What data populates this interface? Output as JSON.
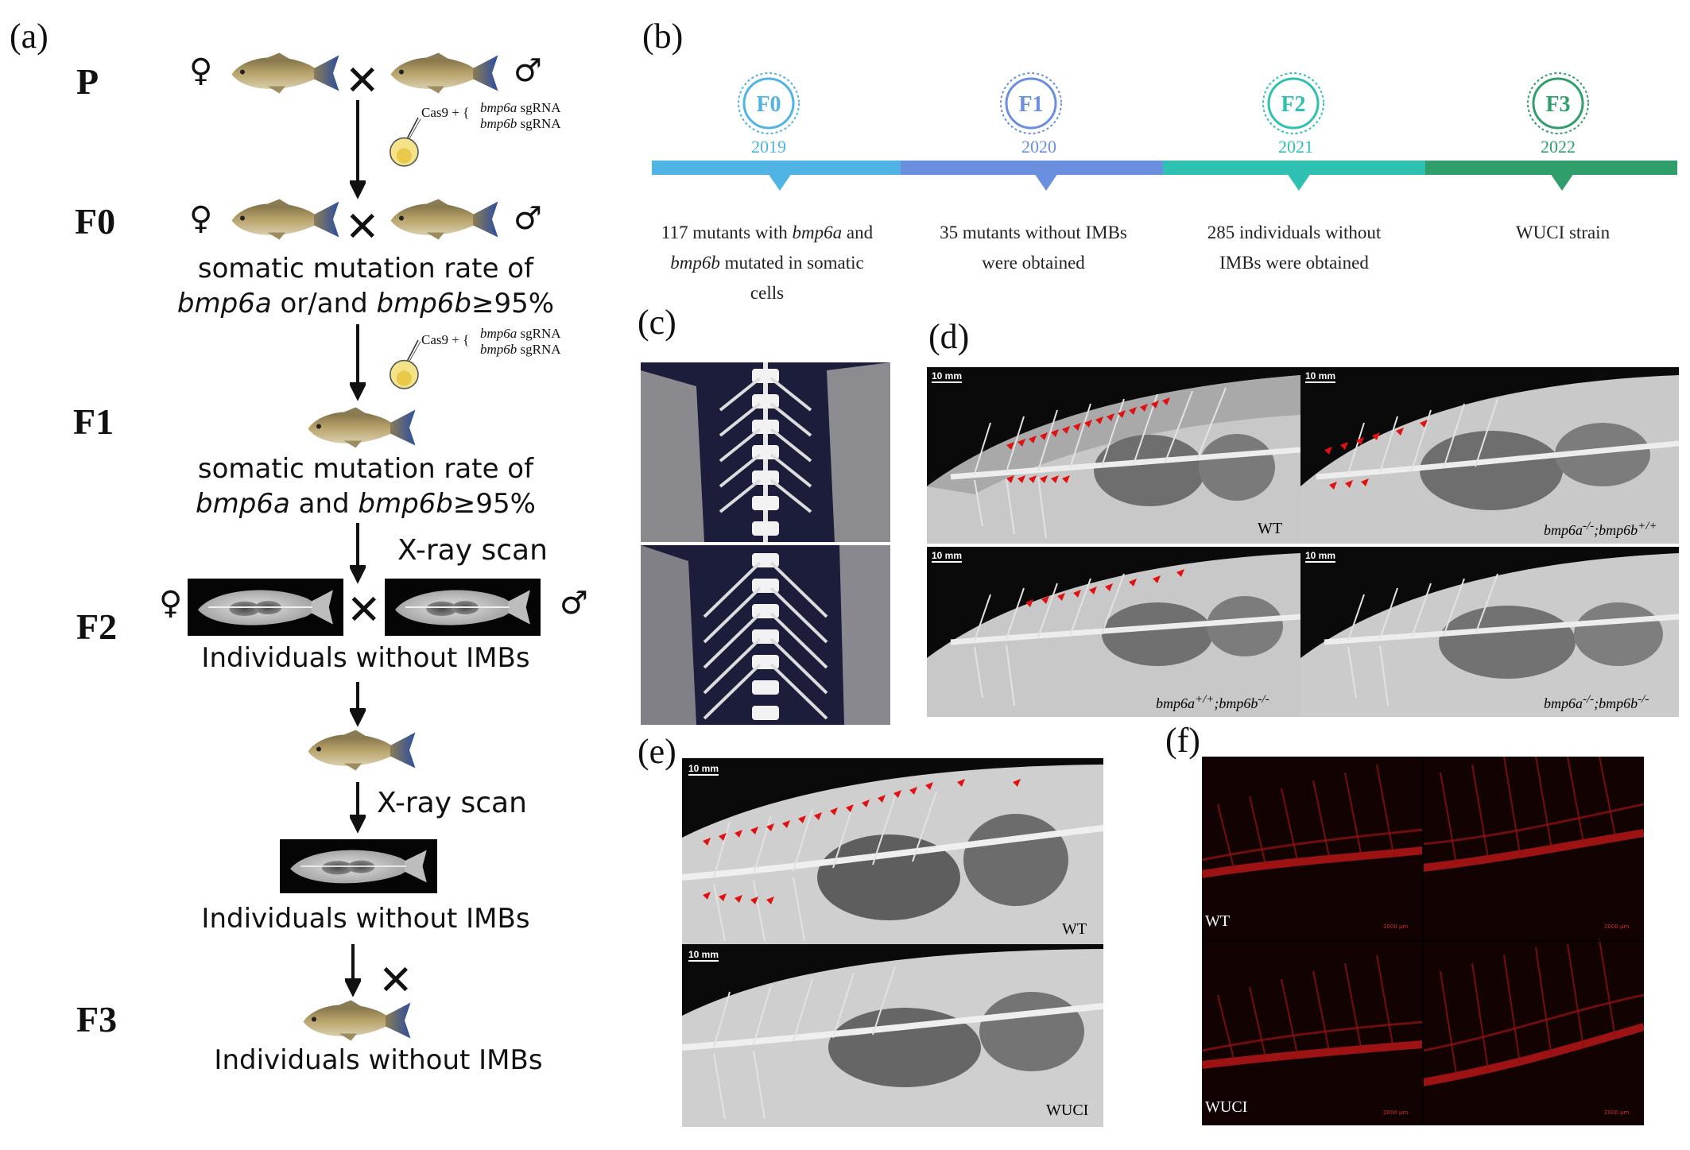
{
  "panel_labels": {
    "a": "(a)",
    "b": "(b)",
    "c": "(c)",
    "d": "(d)",
    "e": "(e)",
    "f": "(f)"
  },
  "panel_a": {
    "generations": {
      "p": "P",
      "f0": "F0",
      "f1": "F1",
      "f2": "F2",
      "f3": "F3"
    },
    "female_symbol": "♀",
    "male_symbol": "♂",
    "cross_symbol": "✕",
    "injection": {
      "cas9": "Cas9 +",
      "sgrna_a": "bmp6a sgRNA",
      "sgrna_b": "bmp6b sgRNA",
      "gene_a": "bmp6a",
      "gene_b": "bmp6b",
      "sgrna": "sgRNA"
    },
    "f0_note_line1": "somatic mutation rate of",
    "f0_note_gene_a": "bmp6a",
    "f0_note_mid": "or/and",
    "f0_note_gene_b": "bmp6b",
    "f0_note_tail": "≥95%",
    "f1_note_line1": "somatic mutation rate of",
    "f1_note_gene_a": "bmp6a",
    "f1_note_mid": "and",
    "f1_note_gene_b": "bmp6b",
    "f1_note_tail": "≥95%",
    "xray_label": "X-ray scan",
    "no_imb_label": "Individuals without IMBs"
  },
  "panel_b": {
    "colors": {
      "f0": "#4fb3e3",
      "f1": "#6a8fdf",
      "f2": "#2ec0b0",
      "f3": "#2f9e6b"
    },
    "milestones": [
      {
        "gen": "F0",
        "year": "2019",
        "desc_pre": "117 mutants with ",
        "desc_gene_a": "bmp6a",
        "desc_and": " and",
        "desc_gene_b": "bmp6b",
        "desc_post": " mutated in somatic",
        "desc_last": "cells"
      },
      {
        "gen": "F1",
        "year": "2020",
        "line1": "35 mutants without IMBs",
        "line2": "were obtained"
      },
      {
        "gen": "F2",
        "year": "2021",
        "line1": "285 individuals without",
        "line2": "IMBs were obtained"
      },
      {
        "gen": "F3",
        "year": "2022",
        "line1": "WUCI strain"
      }
    ]
  },
  "panel_d": {
    "scale_bar": "10 mm",
    "labels": {
      "wt": "WT",
      "aKO": "bmp6a",
      "aKO_sup": "-/-",
      "aKO_b": "bmp6b",
      "aKO_bsup": "+/+",
      "bKO": "bmp6a",
      "bKO_sup": "+/+",
      "bKO_b": "bmp6b",
      "bKO_bsup": "-/-",
      "dKO": "bmp6a",
      "dKO_sup": "-/-",
      "dKO_b": "bmp6b",
      "dKO_bsup": "-/-"
    }
  },
  "panel_e": {
    "scale_bar": "10 mm",
    "wt": "WT",
    "wuci": "WUCI"
  },
  "panel_f": {
    "wt": "WT",
    "wuci": "WUCI",
    "scale": "2000 μm"
  }
}
